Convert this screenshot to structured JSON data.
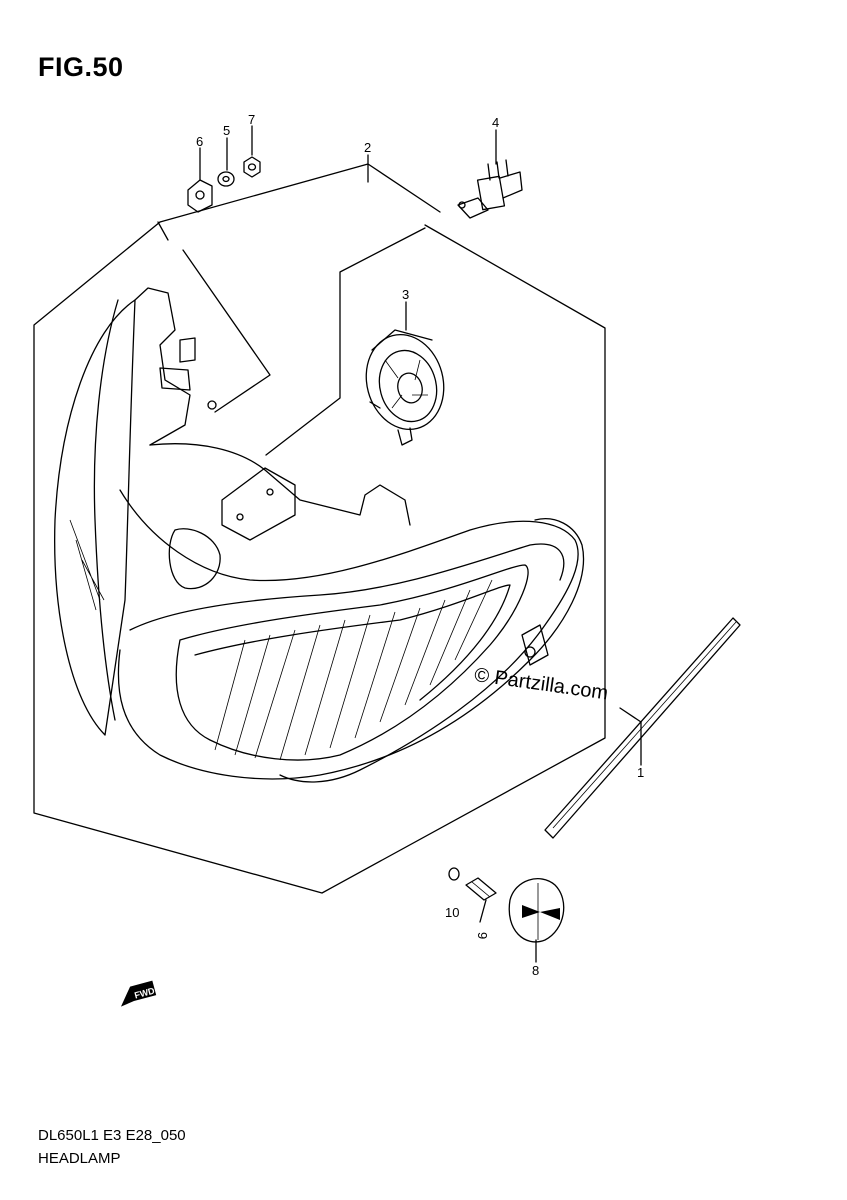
{
  "figure": {
    "title": "FIG.50"
  },
  "footer": {
    "model_code": "DL650L1 E3 E28_050",
    "part_group": "HEADLAMP"
  },
  "watermark": {
    "text": "Partzilla.com",
    "symbol": "©"
  },
  "callouts": [
    {
      "ref": "1"
    },
    {
      "ref": "2"
    },
    {
      "ref": "3"
    },
    {
      "ref": "4"
    },
    {
      "ref": "5"
    },
    {
      "ref": "6"
    },
    {
      "ref": "7"
    },
    {
      "ref": "8"
    },
    {
      "ref": "9"
    },
    {
      "ref": "10"
    }
  ],
  "direction_marker": {
    "label": "FWD",
    "icon": "forward-arrow-icon"
  }
}
